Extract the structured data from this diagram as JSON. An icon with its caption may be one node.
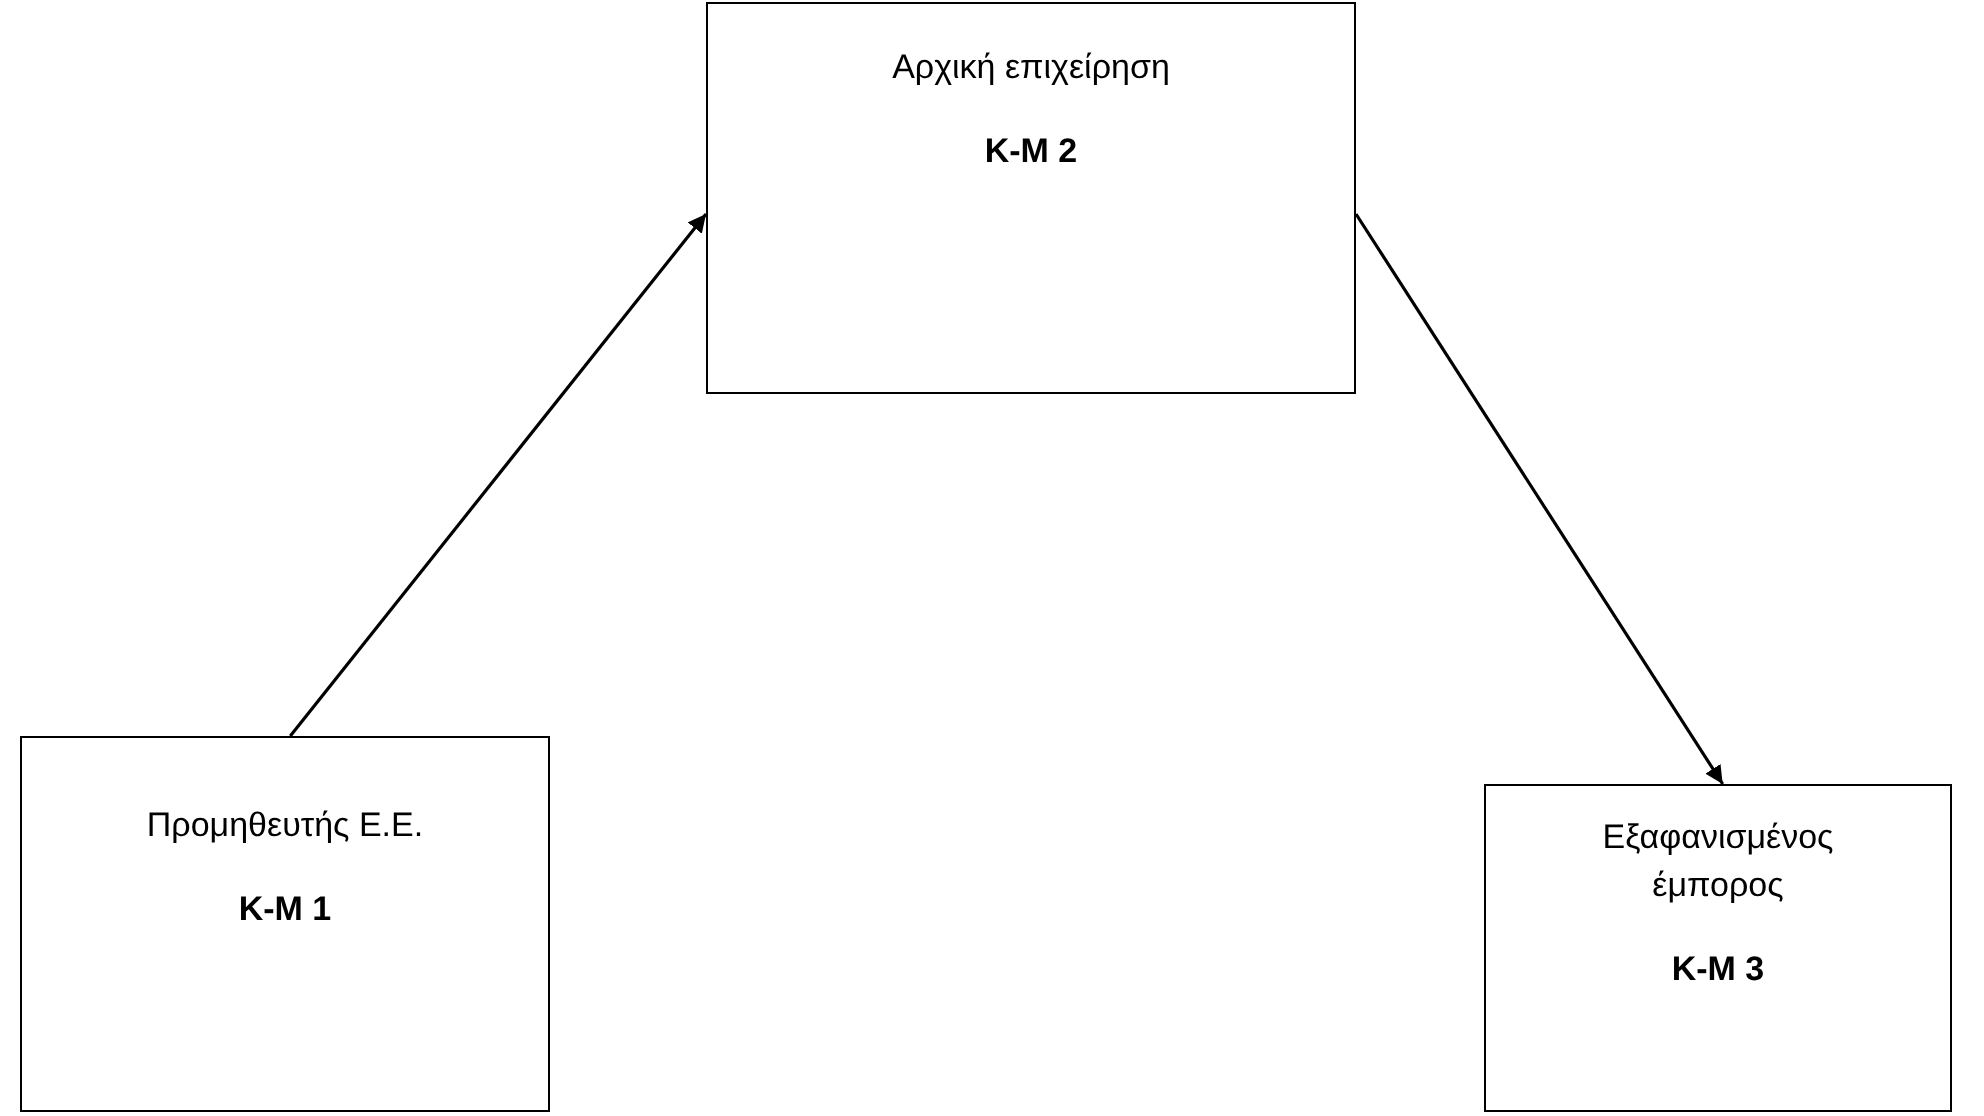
{
  "diagram": {
    "nodes": [
      {
        "text": [
          "Αρχική επιχείρηση",
          "Κ-Μ 2"
        ]
      },
      {
        "text": [
          "Προμηθευτής Ε.Ε.",
          "Κ-Μ 1"
        ]
      },
      {
        "text": [
          "Εξαφανισμένος έμπορος",
          "Κ-Μ 3"
        ]
      }
    ],
    "edges": [
      {
        "from": 1,
        "to": 0,
        "arrow": "to"
      },
      {
        "from": 0,
        "to": 2,
        "arrow": "to"
      }
    ]
  }
}
